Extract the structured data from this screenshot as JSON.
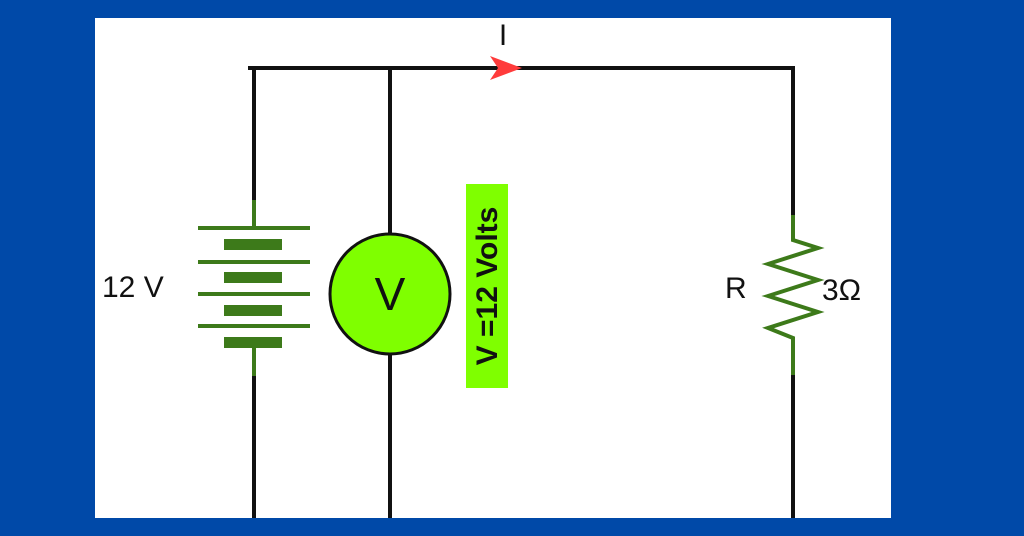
{
  "labels": {
    "current": "I",
    "battery_voltage": "12 V",
    "voltmeter_symbol": "V",
    "voltmeter_reading": "V =12 Volts",
    "resistor_name": "R",
    "resistor_value": "3Ω"
  },
  "colors": {
    "background": "#0049a8",
    "panel": "#ffffff",
    "wire": "#111111",
    "component_green": "#3d7a1a",
    "meter_fill": "#7fff00",
    "reading_box": "#7fff00",
    "arrow_red": "#ff3b3b"
  }
}
